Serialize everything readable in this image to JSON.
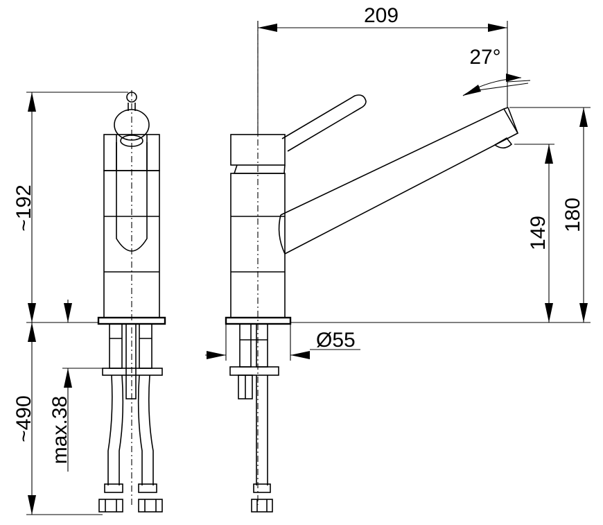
{
  "dimensions": {
    "width_top": "209",
    "spout_angle": "27°",
    "spout_height_outer": "180",
    "spout_height_inner": "149",
    "body_diameter": "Ø55",
    "total_height": "~192",
    "hose_length": "~490",
    "max_thickness": "max.38"
  }
}
